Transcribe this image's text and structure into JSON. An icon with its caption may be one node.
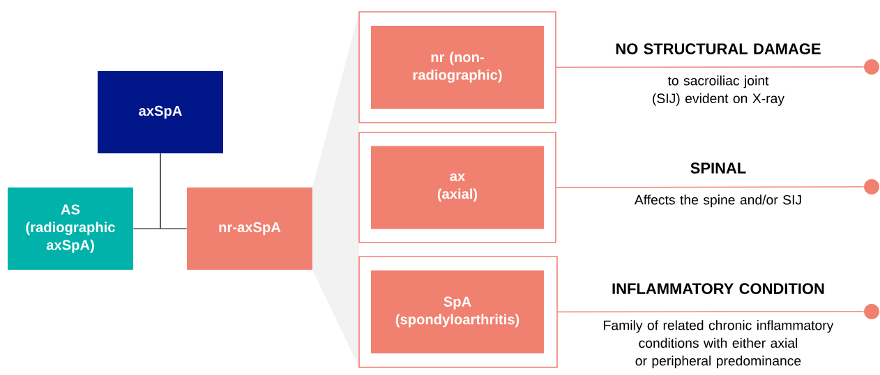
{
  "diagram": {
    "nodes": [
      {
        "text": [
          "axSpA"
        ]
      },
      {
        "text": [
          "AS (radiographic axSpA)"
        ]
      },
      {
        "text": [
          "nr-axSpA"
        ]
      },
      {
        "text": [],
        "shape": "box"
      },
      {
        "text": [
          "nr (non-radiographic)"
        ],
        "in": 3
      },
      {
        "text": [],
        "shape": "box"
      },
      {
        "text": [
          "ax (axial)"
        ],
        "in": 5
      },
      {
        "text": [],
        "shape": "box"
      },
      {
        "text": [
          "SpA (spondyloarthritis)"
        ],
        "in": 7
      },
      {
        "text": [],
        "shape": "circle"
      },
      {
        "text": [],
        "shape": "circle"
      },
      {
        "text": [],
        "shape": "circle"
      },
      {
        "text": [],
        "shape": "trapezoid"
      }
    ],
    "edges": [
      {
        "from": 0,
        "to": 1,
        "arrow": "none",
        "color": "#555555"
      },
      {
        "from": 0,
        "to": 2,
        "arrow": "none",
        "color": "#555555"
      },
      {
        "from": 3,
        "to": 9,
        "arrow": "none"
      },
      {
        "from": 5,
        "to": 10,
        "arrow": "none"
      },
      {
        "from": 7,
        "to": 11,
        "arrow": "none"
      }
    ],
    "labels": [
      "NO STRUCTURAL DAMAGE",
      "to sacroiliac joint (SIJ) evident on X-ray",
      "SPINAL",
      "Affects the spine and/or SIJ",
      "INFLAMMATORY CONDITION",
      "Family of related chronic inflammatory conditions with either axial or peripheral predominance"
    ]
  }
}
